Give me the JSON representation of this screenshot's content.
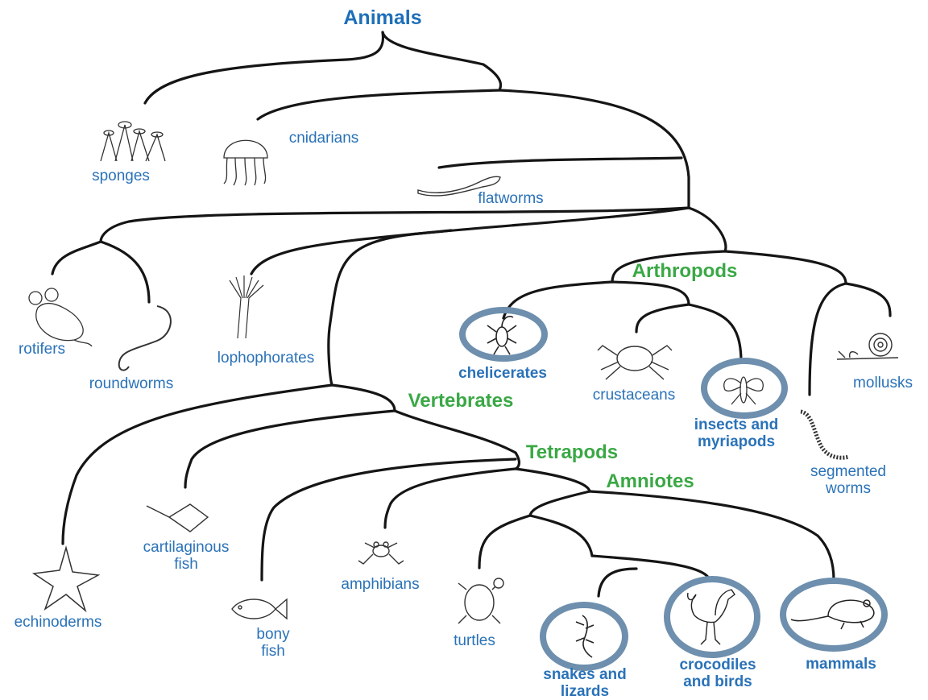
{
  "title": "Animals",
  "clades": {
    "arthropods": "Arthropods",
    "vertebrates": "Vertebrates",
    "tetrapods": "Tetrapods",
    "amniotes": "Amniotes"
  },
  "taxa": {
    "sponges": "sponges",
    "cnidarians": "cnidarians",
    "flatworms": "flatworms",
    "rotifers": "rotifers",
    "roundworms": "roundworms",
    "lophophorates": "lophophorates",
    "chelicerates": "chelicerates",
    "crustaceans": "crustaceans",
    "insects": "insects and\nmyriapods",
    "segmented_worms": "segmented\nworms",
    "mollusks": "mollusks",
    "echinoderms": "echinoderms",
    "cartilaginous_fish": "cartilaginous\nfish",
    "bony_fish": "bony\nfish",
    "amphibians": "amphibians",
    "turtles": "turtles",
    "snakes": "snakes and\nlizards",
    "crocodiles": "crocodiles\nand birds",
    "mammals": "mammals"
  },
  "highlighted": [
    "chelicerates",
    "insects and myriapods",
    "snakes and lizards",
    "crocodiles and birds",
    "mammals"
  ],
  "colors": {
    "taxon_label": "#2a72b8",
    "clade_label": "#3aa845",
    "title": "#1d6fb8",
    "highlight_ring": "#6e8fad",
    "branch": "#151515"
  },
  "icons": [
    "sponge-icon",
    "jellyfish-icon",
    "flatworm-icon",
    "rotifer-icon",
    "roundworm-icon",
    "lophophorate-icon",
    "scorpion-icon",
    "crab-icon",
    "insect-icon",
    "segmented-worm-icon",
    "snail-icon",
    "starfish-icon",
    "ray-icon",
    "fish-icon",
    "frog-icon",
    "turtle-icon",
    "lizard-icon",
    "rooster-icon",
    "rat-icon"
  ]
}
